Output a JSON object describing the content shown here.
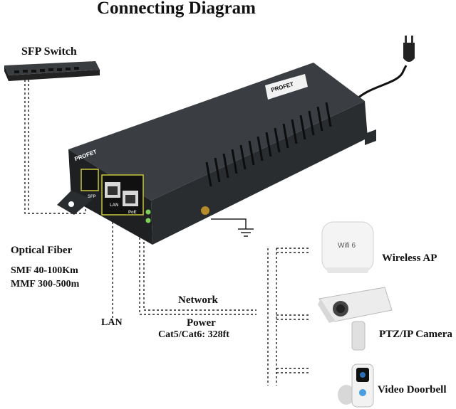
{
  "title": "Connecting Diagram",
  "switch": {
    "label": "SFP Switch"
  },
  "injector": {
    "brand": "PROFET",
    "ports": {
      "sfp": "SFP",
      "lan": "LAN",
      "poe": "PoE"
    }
  },
  "labels": {
    "optical_fiber": "Optical Fiber",
    "smf": "SMF 40-100Km",
    "mmf": "MMF 300-500m",
    "lan": "LAN",
    "network": "Network",
    "power": "Power",
    "cable": "Cat5/Cat6: 328ft"
  },
  "devices": [
    {
      "label": "Wireless AP",
      "badge": "Wifi 6",
      "icon": "access-point-icon"
    },
    {
      "label": "PTZ/IP Camera",
      "icon": "camera-icon"
    },
    {
      "label": "Video Doorbell",
      "icon": "doorbell-icon"
    }
  ],
  "colors": {
    "device_body": "#2f3235",
    "device_dark": "#1c1e20",
    "port_accent": "#c8c63a"
  }
}
